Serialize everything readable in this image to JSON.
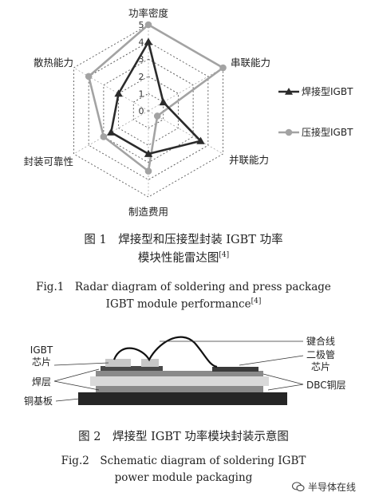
{
  "figure1": {
    "caption_cn": "图 1　焊接型和压接型封装 IGBT 功率",
    "caption_cn_2": "模块性能雷达图",
    "caption_ref": "[4]",
    "caption_en": "Fig.1　Radar diagram of soldering and press package",
    "caption_en_2": "IGBT module performance",
    "caption_en_ref": "[4]"
  },
  "chart_data": {
    "type": "radar",
    "axes": [
      "功率密度",
      "串联能力",
      "并联能力",
      "制造费用",
      "封装可靠性",
      "散热能力"
    ],
    "rlim": [
      0,
      5
    ],
    "ticks": [
      "0",
      "1",
      "2",
      "3",
      "4",
      "5"
    ],
    "series": [
      {
        "name": "焊接型IGBT",
        "values": [
          4,
          1,
          3.5,
          2.5,
          2.5,
          2
        ],
        "color": "#2b2b2b",
        "marker": "triangle"
      },
      {
        "name": "压接型IGBT",
        "values": [
          5,
          5,
          0.6,
          3.5,
          3,
          4
        ],
        "color": "#a3a3a3",
        "marker": "circle"
      }
    ],
    "legend": "right"
  },
  "figure2": {
    "labels": {
      "chip": "IGBT",
      "chip_2": "芯片",
      "solder": "焊层",
      "base": "铜基板",
      "bond": "键合线",
      "diode": "二极管",
      "diode_2": "芯片",
      "dbc": "DBC铜层"
    },
    "caption_cn": "图 2　焊接型 IGBT 功率模块封装示意图",
    "caption_en": "Fig.2　Schematic diagram of soldering IGBT",
    "caption_en_2": "power module packaging"
  },
  "watermark": {
    "text": "半导体在线",
    "icon": "wechat-icon"
  }
}
